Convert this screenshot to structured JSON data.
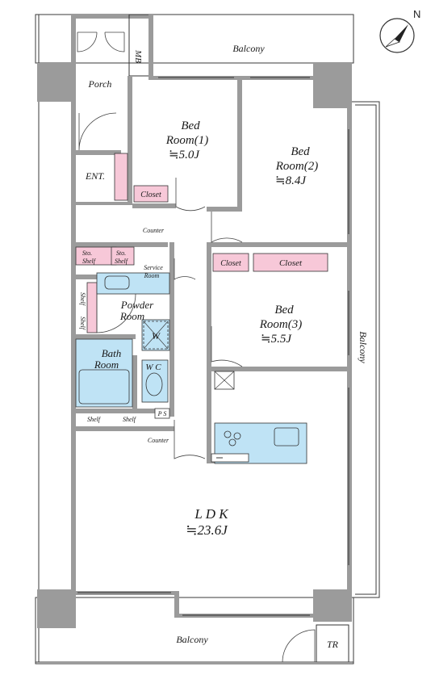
{
  "compass": {
    "label": "N"
  },
  "rooms": {
    "balcony_top": "Balcony",
    "balcony_right": "Balcony",
    "balcony_bottom": "Balcony",
    "porch": "Porch",
    "mb": "MB",
    "ent": "ENT.",
    "bed1_name_1": "Bed",
    "bed1_name_2": "Room(1)",
    "bed1_size": "≒5.0J",
    "bed2_name_1": "Bed",
    "bed2_name_2": "Room(2)",
    "bed2_size": "≒8.4J",
    "bed3_name_1": "Bed",
    "bed3_name_2": "Room(3)",
    "bed3_size": "≒5.5J",
    "closet_1": "Closet",
    "closet_2": "Closet",
    "closet_3": "Closet",
    "counter_top": "Counter",
    "counter_bottom": "Counter",
    "sto_1": "Sto.",
    "sto_2": "Sto.",
    "shelf_sto_1": "Shelf",
    "shelf_sto_2": "Shelf",
    "service_room_1": "Service",
    "service_room_2": "Room",
    "powder_room_1": "Powder",
    "powder_room_2": "Room",
    "shelf_v_1": "Shelf",
    "shelf_v_2": "Shelf",
    "washer": "W",
    "bath_room_1": "Bath",
    "bath_room_2": "Room",
    "wc": "W C",
    "shelf_h_1": "Shelf",
    "shelf_h_2": "Shelf",
    "ps": "P S",
    "ldk_name": "L D K",
    "ldk_size": "≒23.6J",
    "tr": "TR"
  },
  "colors": {
    "wall": "#9b9b9b",
    "storage": "#f7c8d8",
    "wet_area": "#bfe3f5",
    "kitchen": "#bfe3f5"
  }
}
